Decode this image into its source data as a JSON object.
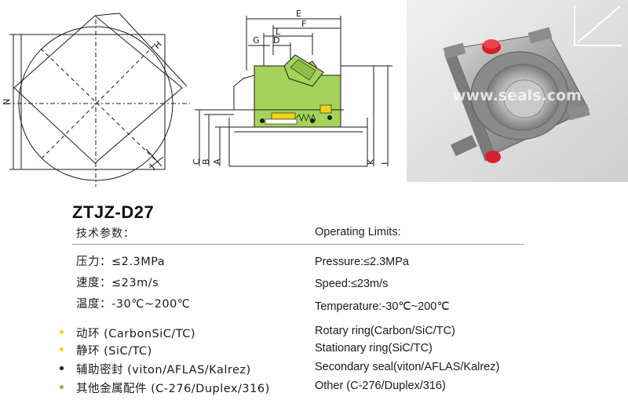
{
  "drawing": {
    "dim_labels": {
      "N": "N",
      "H": "H",
      "J": "J",
      "E": "E",
      "F": "F",
      "G": "G",
      "L": "L",
      "D": "D",
      "C": "C",
      "B": "B",
      "A": "A",
      "K": "K",
      "I": "I"
    },
    "colors": {
      "seal_green": "#a4d35a",
      "seal_yellow": "#f0d21a",
      "outline": "#1a1a1a"
    }
  },
  "photo": {
    "watermark": "www.seals.com",
    "colors": {
      "steel": "#a9a9a9",
      "cap_red": "#d8202a",
      "background": "#e6e6e6"
    }
  },
  "model": "ZTJZ-D27",
  "headers": {
    "cn": "技术参数：",
    "en": "Operating Limits:"
  },
  "specs": [
    {
      "cn": "压力：≤2.3MPa",
      "en": "Pressure:≤2.3MPa"
    },
    {
      "cn": "速度：≤23m/s",
      "en": "Speed:≤23m/s"
    },
    {
      "cn": "温度：-30℃~200℃",
      "en": "Temperature:-30℃~200℃"
    }
  ],
  "materials": [
    {
      "cn": "动环 (CarbonSiC/TC)",
      "en": "Rotary ring(Carbon/SiC/TC)",
      "bullet": "#f2d21c"
    },
    {
      "cn": "静环 (SiC/TC)",
      "en": "Stationary ring(SiC/TC)",
      "bullet": "#f2d21c"
    },
    {
      "cn": "辅助密封 (viton/AFLAS/Kalrez)",
      "en": "Secondary seal(viton/AFLAS/Kalrez)",
      "bullet": "#111111"
    },
    {
      "cn": "其他金属配件 (C-276/Duplex/316)",
      "en": "Other (C-276/Duplex/316)",
      "bullet": "#7cc24a"
    }
  ]
}
